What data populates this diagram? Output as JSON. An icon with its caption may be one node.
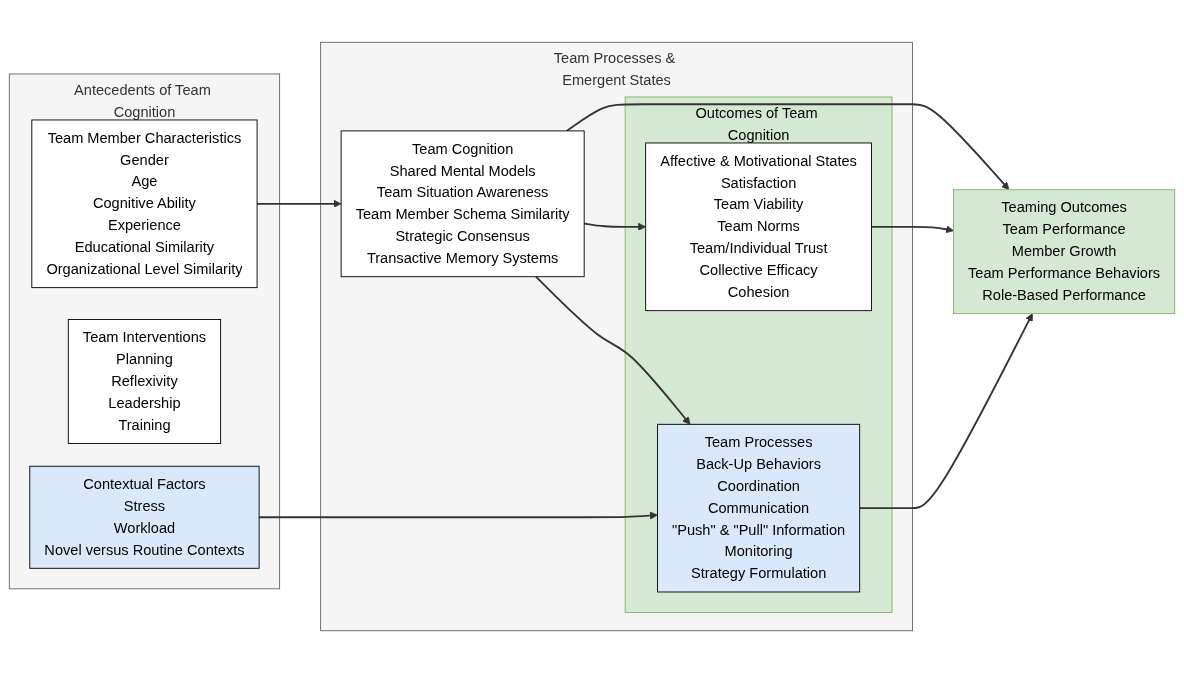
{
  "diagram": {
    "nodes": [
      {
        "text": [
          "Antecedents of Team Cognition"
        ]
      },
      {
        "text": [
          "Team Member Characteristics",
          "Gender",
          "Age",
          "Cognitive Ability",
          "Experience",
          "Educational Similarity",
          "Organizational Level Similarity"
        ],
        "in": 0
      },
      {
        "text": [
          "Team Interventions",
          "Planning",
          "Reflexivity",
          "Leadership",
          "Training"
        ],
        "in": 0
      },
      {
        "text": [
          "Contextual Factors",
          "Stress",
          "Workload",
          "Novel versus Routine Contexts"
        ],
        "in": 0
      },
      {
        "text": [
          "Team Processes & Emergent States"
        ]
      },
      {
        "text": [
          "Team Cognition",
          "Shared Mental Models",
          "Team Situation Awareness",
          "Team Member Schema Similarity",
          "Strategic Consensus",
          "Transactive Memory Systems"
        ],
        "in": 4
      },
      {
        "text": [
          "Outcomes of Team Cognition"
        ],
        "in": 4
      },
      {
        "text": [
          "Affective & Motivational States",
          "Satisfaction",
          "Team Viability",
          "Team Norms",
          "Team/Individual Trust",
          "Collective Efficacy",
          "Cohesion"
        ],
        "in": 6
      },
      {
        "text": [
          "Team Processes",
          "Back-Up Behaviors",
          "Coordination",
          "Communication",
          "\"Push\" & \"Pull\" Information",
          "Monitoring",
          "Strategy Formulation"
        ],
        "in": 6
      },
      {
        "text": [
          "Teaming Outcomes",
          "Team Performance",
          "Member Growth",
          "Team Performance Behaviors",
          "Role-Based Performance"
        ]
      }
    ],
    "edges": [
      {
        "from": 1,
        "to": 5,
        "arrow": "to"
      },
      {
        "from": 5,
        "to": 7,
        "arrow": "to"
      },
      {
        "from": 5,
        "to": 8,
        "arrow": "to"
      },
      {
        "from": 5,
        "to": 9,
        "arrow": "to"
      },
      {
        "from": 7,
        "to": 9,
        "arrow": "to"
      },
      {
        "from": 3,
        "to": 8,
        "arrow": "to"
      },
      {
        "from": 8,
        "to": 9,
        "arrow": "to"
      }
    ]
  }
}
